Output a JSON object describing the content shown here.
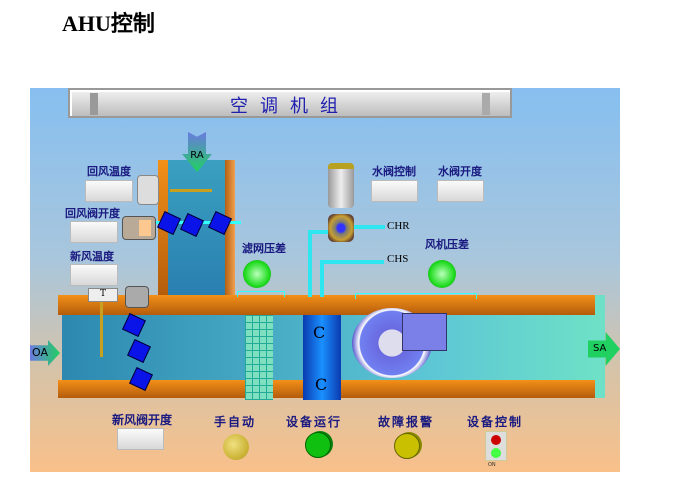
{
  "page_title": "AHU控制",
  "banner": "空调机组",
  "labels": {
    "return_air_temp": "回风温度",
    "return_damper_opening": "回风阀开度",
    "fresh_air_temp": "新风温度",
    "water_valve_control": "水阀控制",
    "water_valve_opening": "水阀开度",
    "filter_dp": "滤网压差",
    "fan_dp": "风机压差",
    "fresh_damper_opening": "新风阀开度",
    "hand_auto": "手自动",
    "equipment_running": "设备运行",
    "fault_alarm": "故障报警",
    "equipment_control": "设备控制"
  },
  "pipes": {
    "chr": "CHR",
    "chs": "CHS"
  },
  "arrows": {
    "ra": "RA",
    "oa": "OA",
    "sa": "SA"
  },
  "coil": "C",
  "control_state": "ON",
  "colors": {
    "running": "#10c010",
    "alarm": "#c8c000",
    "duct": "#3aa8c8",
    "frame": "#e07c10"
  }
}
